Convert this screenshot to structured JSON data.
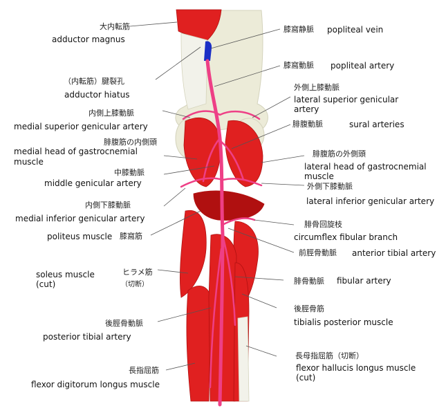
{
  "labels": {
    "adductor_magnus_jp": "大内転筋",
    "adductor_magnus_en": "adductor magnus",
    "adductor_hiatus_jp": "（内転筋）腱裂孔",
    "adductor_hiatus_en": "adductor hiatus",
    "medial_sup_gen_jp": "内側上膝動脈",
    "medial_sup_gen_en": "medial superior genicular artery",
    "medial_head_gastro_jp": "腓腹筋の内側頭",
    "medial_head_gastro_en1": "medial head of gastrocnemial",
    "medial_head_gastro_en2": "muscle",
    "middle_gen_jp": "中膝動脈",
    "middle_gen_en": "middle genicular artery",
    "medial_inf_gen_jp": "内側下膝動脈",
    "medial_inf_gen_en": "medial inferior genicular artery",
    "politeus_en": "politeus muscle",
    "politeus_jp": "膝窩筋",
    "soleus_en1": "soleus muscle",
    "soleus_en2": "(cut)",
    "soleus_jp": "ヒラメ筋",
    "soleus_jp_cut": "（切断）",
    "post_tibial_art_jp": "後脛骨動脈",
    "post_tibial_art_en": "posterior tibial artery",
    "fdl_jp": "長指屈筋",
    "fdl_en": "flexor digitorum longus muscle",
    "popliteal_vein_jp": "膝窩静脈",
    "popliteal_vein_en": "popliteal vein",
    "popliteal_artery_jp": "膝窩動脈",
    "popliteal_artery_en": "popliteal artery",
    "lat_sup_gen_jp": "外側上膝動脈",
    "lat_sup_gen_en1": "lateral superior genicular",
    "lat_sup_gen_en2": "artery",
    "sural_jp": "腓腹動脈",
    "sural_en": "sural arteries",
    "lat_head_gastro_jp": "腓腹筋の外側頭",
    "lat_head_gastro_en1": "lateral head of gastrocnemial",
    "lat_head_gastro_en2": "muscle",
    "lat_inf_gen_jp": "外側下膝動脈",
    "lat_inf_gen_en": "lateral inferior genicular artery",
    "circumflex_jp": "腓骨回旋枝",
    "circumflex_en": "circumflex fibular branch",
    "ant_tibial_jp": "前脛骨動脈",
    "ant_tibial_en": "anterior tibial artery",
    "fibular_jp": "腓骨動脈",
    "fibular_en": "fibular artery",
    "tib_post_jp": "後脛骨筋",
    "tib_post_en": "tibialis posterior muscle",
    "fhl_jp": "長母指屈筋（切断）",
    "fhl_en1": "flexor hallucis longus muscle",
    "fhl_en2": "(cut)"
  },
  "colors": {
    "muscle": "#e02020",
    "muscle_dark": "#b01010",
    "muscle_light": "#ef5a5a",
    "bone": "#ecebd8",
    "bone_shadow": "#d4d3bc",
    "tendon": "#f2f2ea",
    "artery": "#ee3f86",
    "vein": "#1b2fc6",
    "leader": "#555555"
  }
}
